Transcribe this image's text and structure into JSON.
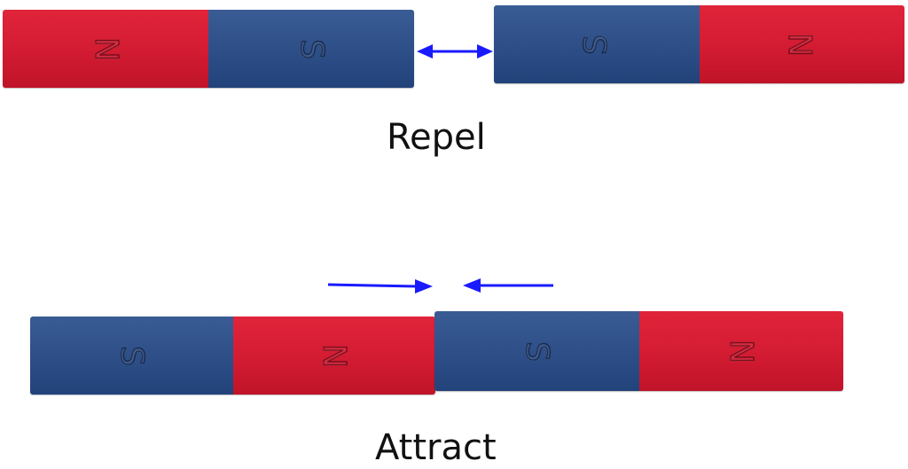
{
  "repel": {
    "label": "Repel",
    "magnet_left": {
      "left_pole": "N",
      "right_pole": "S"
    },
    "magnet_right": {
      "left_pole": "S",
      "right_pole": "N"
    }
  },
  "attract": {
    "label": "Attract",
    "magnet_left": {
      "left_pole": "S",
      "right_pole": "N"
    },
    "magnet_right": {
      "left_pole": "S",
      "right_pole": "N"
    }
  },
  "colors": {
    "north": "#d41c33",
    "south": "#2e4f88",
    "arrow": "#1a1aff"
  }
}
